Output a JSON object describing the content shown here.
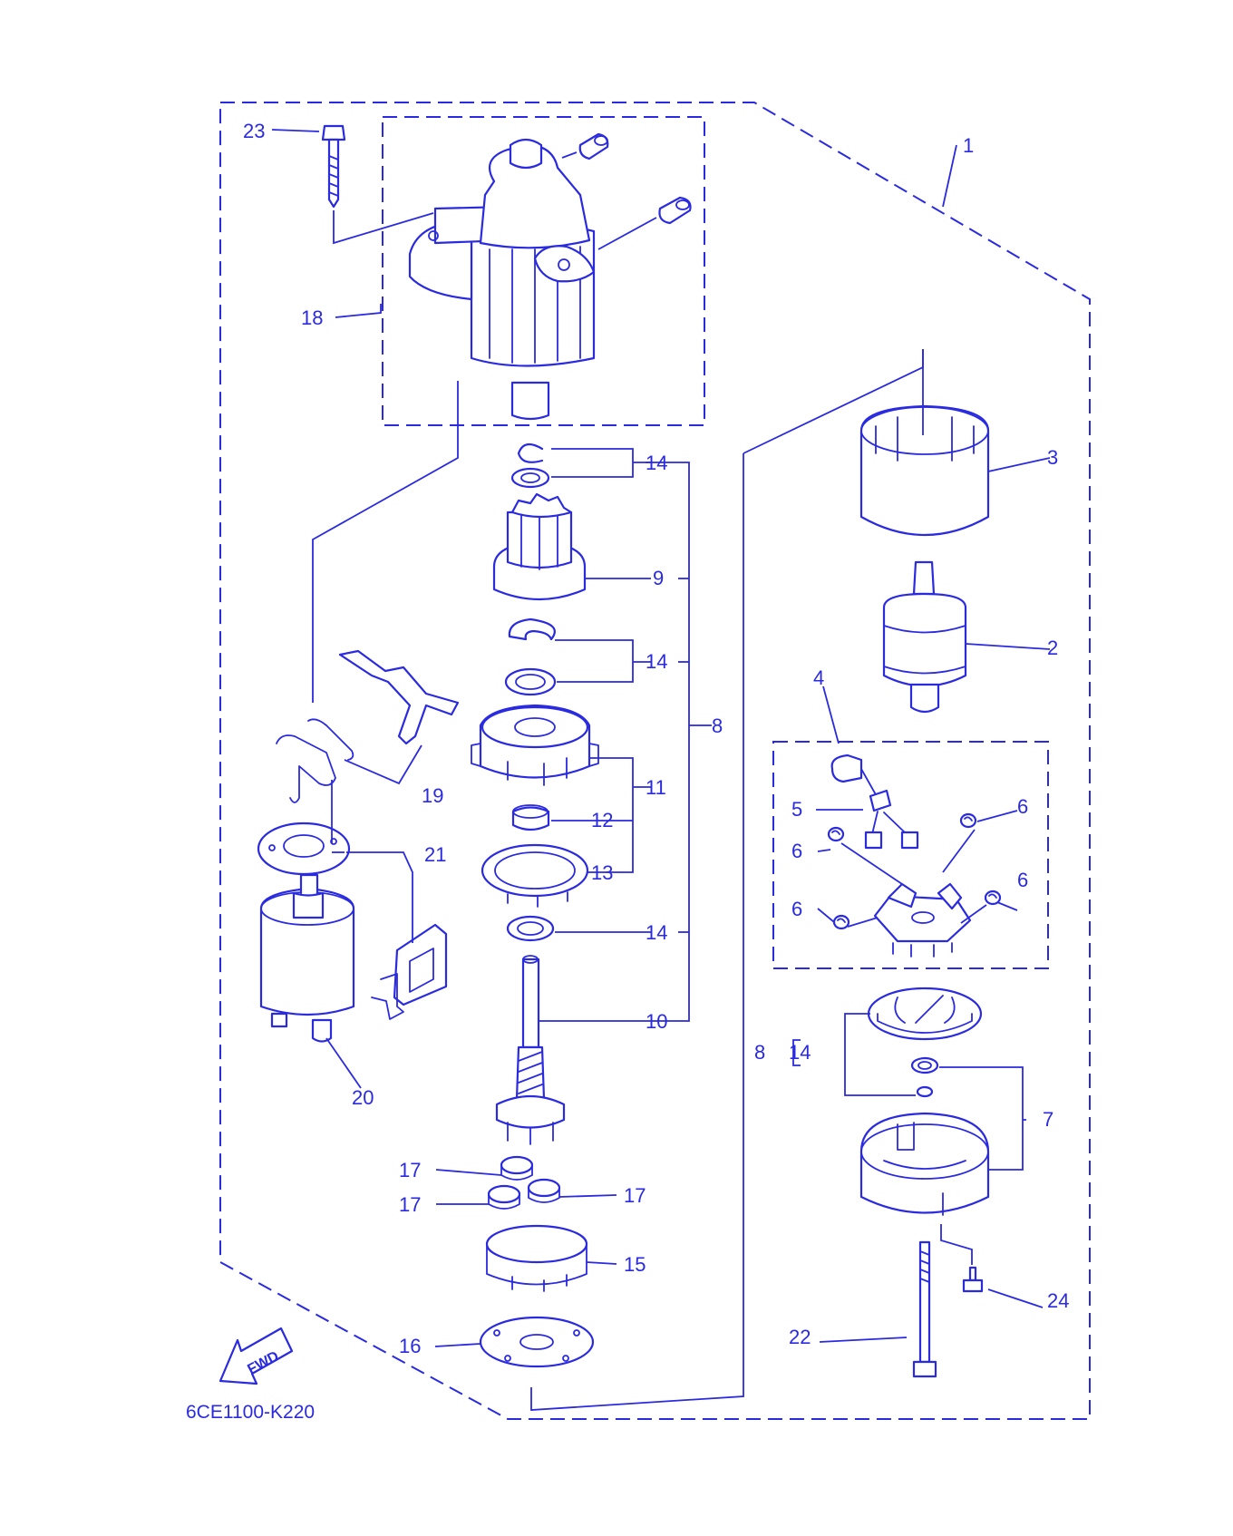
{
  "diagram": {
    "drawing_code": "6CE1100-K220",
    "fwd_label": "FWD",
    "labels": {
      "p1": "1",
      "p2": "2",
      "p3": "3",
      "p4": "4",
      "p5": "5",
      "p6a": "6",
      "p6b": "6",
      "p6c": "6",
      "p6d": "6",
      "p7": "7",
      "p8a": "8",
      "p8b": "8",
      "p9": "9",
      "p10": "10",
      "p11": "11",
      "p12": "12",
      "p13": "13",
      "p14a": "14",
      "p14b": "14",
      "p14c": "14",
      "p14d": "14",
      "p15": "15",
      "p16": "16",
      "p17a": "17",
      "p17b": "17",
      "p17c": "17",
      "p18": "18",
      "p19": "19",
      "p20": "20",
      "p21": "21",
      "p22": "22",
      "p23": "23",
      "p24": "24"
    }
  },
  "colors": {
    "line": "#2a2ae0",
    "background": "#ffffff"
  }
}
